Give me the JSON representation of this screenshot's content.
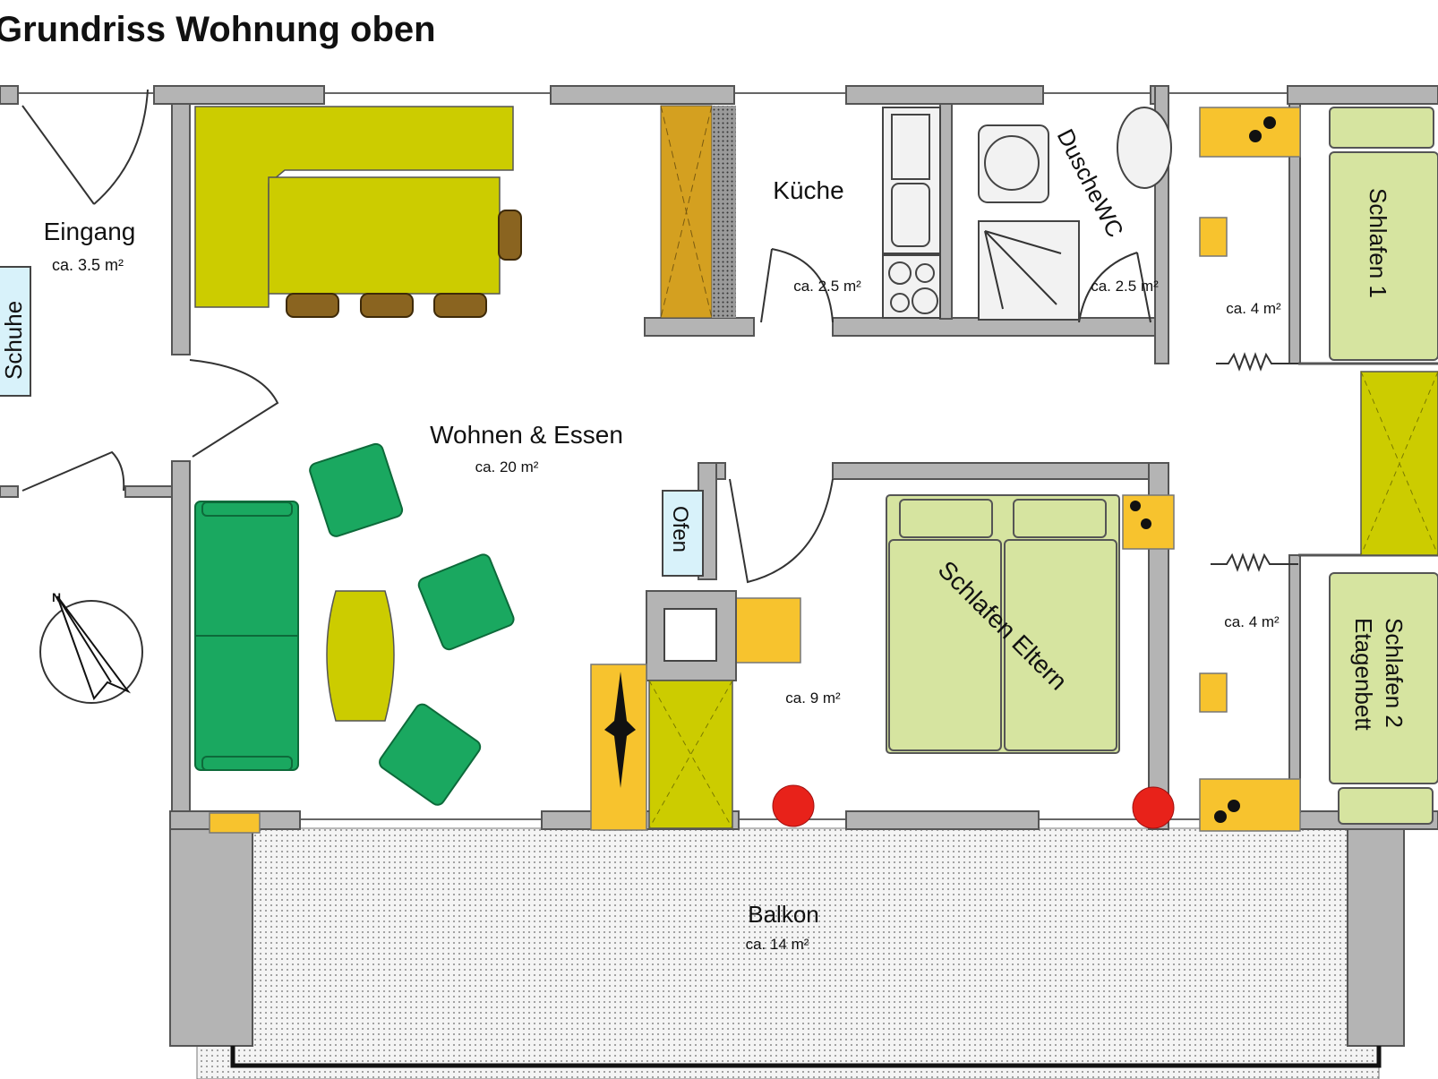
{
  "title": "Grundriss Wohnung oben",
  "rooms": {
    "eingang": {
      "name": "Eingang",
      "area": "ca. 3.5 m²"
    },
    "schuhe": {
      "name": "Schuhe"
    },
    "wohnen": {
      "name": "Wohnen & Essen",
      "area": "ca. 20 m²"
    },
    "kueche": {
      "name": "Küche",
      "area": "ca. 2.5 m²"
    },
    "dusche": {
      "name": "DuscheWC",
      "area": "ca. 2.5 m²"
    },
    "flur_oben": {
      "area": "ca. 4 m²"
    },
    "flur_unten": {
      "area": "ca. 4 m²"
    },
    "schlafen1": {
      "name": "Schlafen 1"
    },
    "schlafen2": {
      "name": "Schlafen 2",
      "name2": "Etagenbett"
    },
    "eltern": {
      "name": "Schlafen Eltern",
      "area": "ca. 9 m²"
    },
    "ofen": {
      "name": "Ofen"
    },
    "balkon": {
      "name": "Balkon",
      "area": "ca. 14 m²"
    }
  },
  "colors": {
    "wall": "#b4b4b4",
    "kitchen_counter": "#cccc00",
    "bed": "#d6e4a0",
    "nightstand": "#f7c32e",
    "sofa": "#1aa860",
    "lamp": "#e8221a",
    "label_box": "#d8f2fa"
  },
  "icons": [
    "compass-north-arrow"
  ]
}
